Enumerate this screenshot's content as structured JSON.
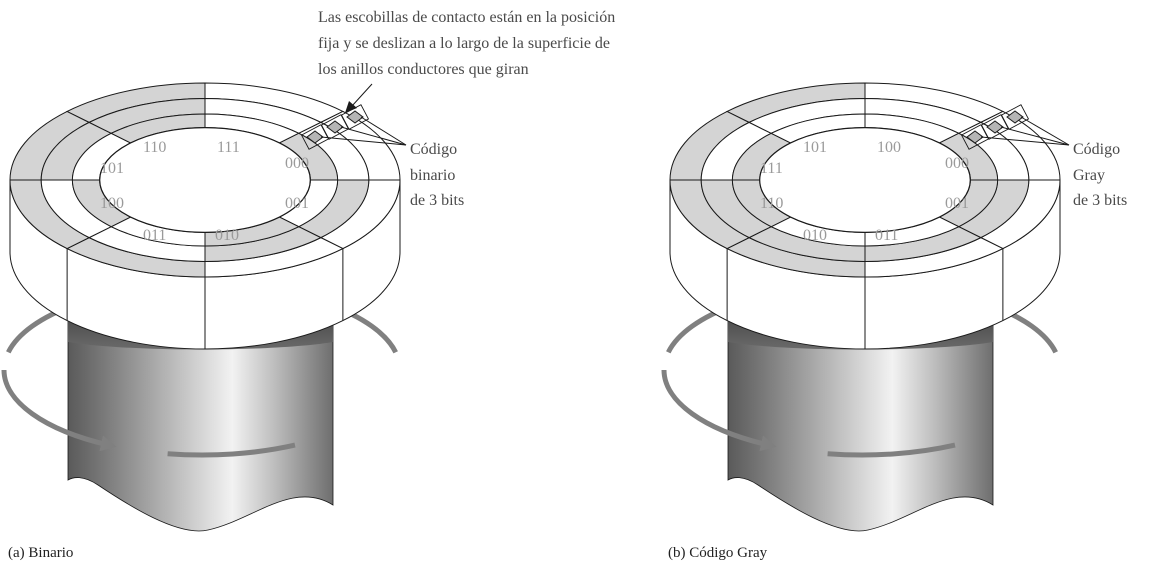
{
  "annotation": {
    "lines": [
      "Las escobillas de contacto están en la posición",
      "fija y se deslizan a lo largo de la superficie de",
      "los anillos conductores que giran"
    ]
  },
  "encoders": [
    {
      "id": "a",
      "caption": "(a) Binario",
      "label_lines": [
        "Código",
        "binario",
        "de 3 bits"
      ],
      "codes": [
        "000",
        "001",
        "010",
        "011",
        "100",
        "101",
        "110",
        "111"
      ],
      "pattern": {
        "outer": [
          0,
          0,
          0,
          0,
          1,
          1,
          1,
          1
        ],
        "middle": [
          0,
          0,
          1,
          1,
          0,
          0,
          1,
          1
        ],
        "inner": [
          0,
          1,
          0,
          1,
          0,
          1,
          0,
          1
        ]
      }
    },
    {
      "id": "b",
      "caption": "(b) Código Gray",
      "label_lines": [
        "Código",
        "Gray",
        "de 3 bits"
      ],
      "codes": [
        "000",
        "001",
        "011",
        "010",
        "110",
        "111",
        "101",
        "100"
      ],
      "pattern": {
        "outer": [
          0,
          0,
          0,
          0,
          1,
          1,
          1,
          1
        ],
        "middle": [
          0,
          0,
          1,
          1,
          1,
          1,
          0,
          0
        ],
        "inner": [
          0,
          1,
          1,
          0,
          0,
          1,
          1,
          0
        ]
      }
    }
  ],
  "colors": {
    "ring_fill": "#d4d4d4",
    "line": "#1a1a1a",
    "arrow": "#808080",
    "code_text": "#9a9a9a"
  }
}
